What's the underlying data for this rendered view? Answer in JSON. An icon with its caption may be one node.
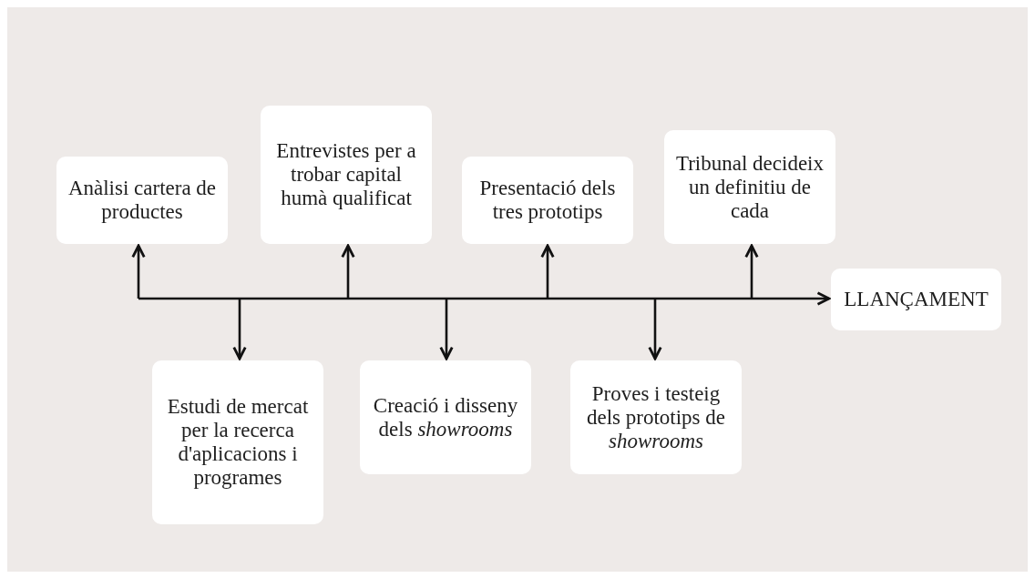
{
  "diagram": {
    "nodes": [
      {
        "text": [
          "Anàlisi cartera de productes"
        ]
      },
      {
        "text": [
          "Estudi de mercat per la recerca d'aplicacions i programes"
        ]
      },
      {
        "text": [
          "Entrevistes per a trobar capital humà qualificat"
        ]
      },
      {
        "text": [
          "Creació i disseny dels *showrooms*"
        ]
      },
      {
        "text": [
          "Presentació dels tres prototips"
        ]
      },
      {
        "text": [
          "Proves i testeig dels prototips de *showrooms*"
        ]
      },
      {
        "text": [
          "Tribunal decideix un definitiu de cada"
        ]
      },
      {
        "text": [
          "LLANÇAMENT"
        ]
      }
    ],
    "edges": [
      {
        "from": null,
        "to": 0,
        "arrow": "to"
      },
      {
        "from": null,
        "to": 1,
        "arrow": "to"
      },
      {
        "from": null,
        "to": 2,
        "arrow": "to"
      },
      {
        "from": null,
        "to": 3,
        "arrow": "to"
      },
      {
        "from": null,
        "to": 4,
        "arrow": "to"
      },
      {
        "from": null,
        "to": 5,
        "arrow": "to"
      },
      {
        "from": null,
        "to": 6,
        "arrow": "to"
      },
      {
        "from": null,
        "to": 7,
        "arrow": "to"
      }
    ]
  }
}
